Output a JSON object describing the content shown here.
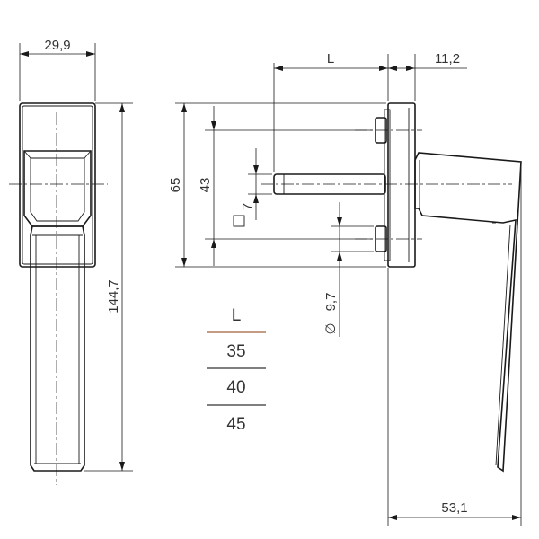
{
  "dimensions": {
    "base_width": "29,9",
    "height_total": "144,7",
    "spindle_length": "L",
    "base_depth": "11,2",
    "base_height": "65",
    "screw_spacing": "43",
    "spindle_square": "7",
    "screw_diameter": "9,7",
    "lever_reach": "53,1",
    "diameter_symbol": "∅"
  },
  "length_table": {
    "header": "L",
    "rows": [
      "35",
      "40",
      "45"
    ],
    "accent_color": "#b07a5a"
  }
}
